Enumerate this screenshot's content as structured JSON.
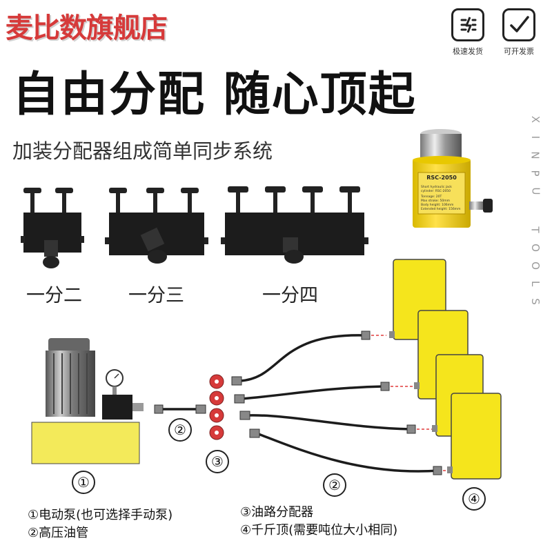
{
  "header": {
    "shop_name": "麦比数旗舰店",
    "services": [
      {
        "label": "极速发货",
        "icon": "fast-delivery-icon"
      },
      {
        "label": "可开发票",
        "icon": "invoice-icon"
      }
    ]
  },
  "headline": {
    "title": "自由分配 随心顶起",
    "subtitle": "加装分配器组成简单同步系统"
  },
  "vertical_brand": {
    "word1": [
      "X",
      "I",
      "N",
      "P",
      "U"
    ],
    "word2": [
      "T",
      "O",
      "O",
      "L",
      "S"
    ]
  },
  "jack_product": {
    "model": "RSC-2050",
    "plate_lines": [
      "Short hydraulic jack",
      "cylinder: RSC-2050",
      "Tonnage: 20T",
      "Max stroke: 50mm",
      "Body height: 106mm",
      "Extended height: 156mm"
    ]
  },
  "manifolds": [
    {
      "label": "一分二"
    },
    {
      "label": "一分三"
    },
    {
      "label": "一分四"
    }
  ],
  "diagram": {
    "markers": [
      "①",
      "②",
      "③",
      "②",
      "④"
    ]
  },
  "legend": {
    "left": [
      "①电动泵(也可选择手动泵)",
      "②高压油管"
    ],
    "right": [
      "③油路分配器",
      "④千斤顶(需要吨位大小相同)"
    ]
  },
  "colors": {
    "shop_red": "#d63a3a",
    "jack_yellow": "#f5e51c",
    "pump_yellow": "#f3ea5a",
    "body_black": "#1c1c1c"
  }
}
